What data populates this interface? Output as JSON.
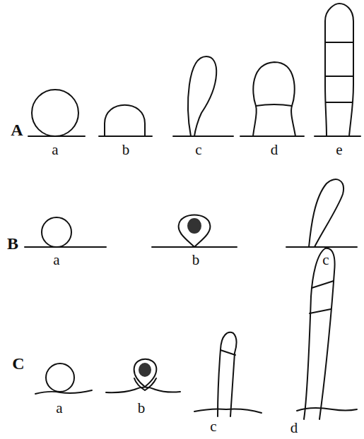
{
  "diagram": {
    "labels": [
      "A",
      "a",
      "b",
      "c",
      "d",
      "e",
      "B",
      "a",
      "b",
      "c",
      "C",
      "a",
      "b",
      "c",
      "d"
    ]
  }
}
